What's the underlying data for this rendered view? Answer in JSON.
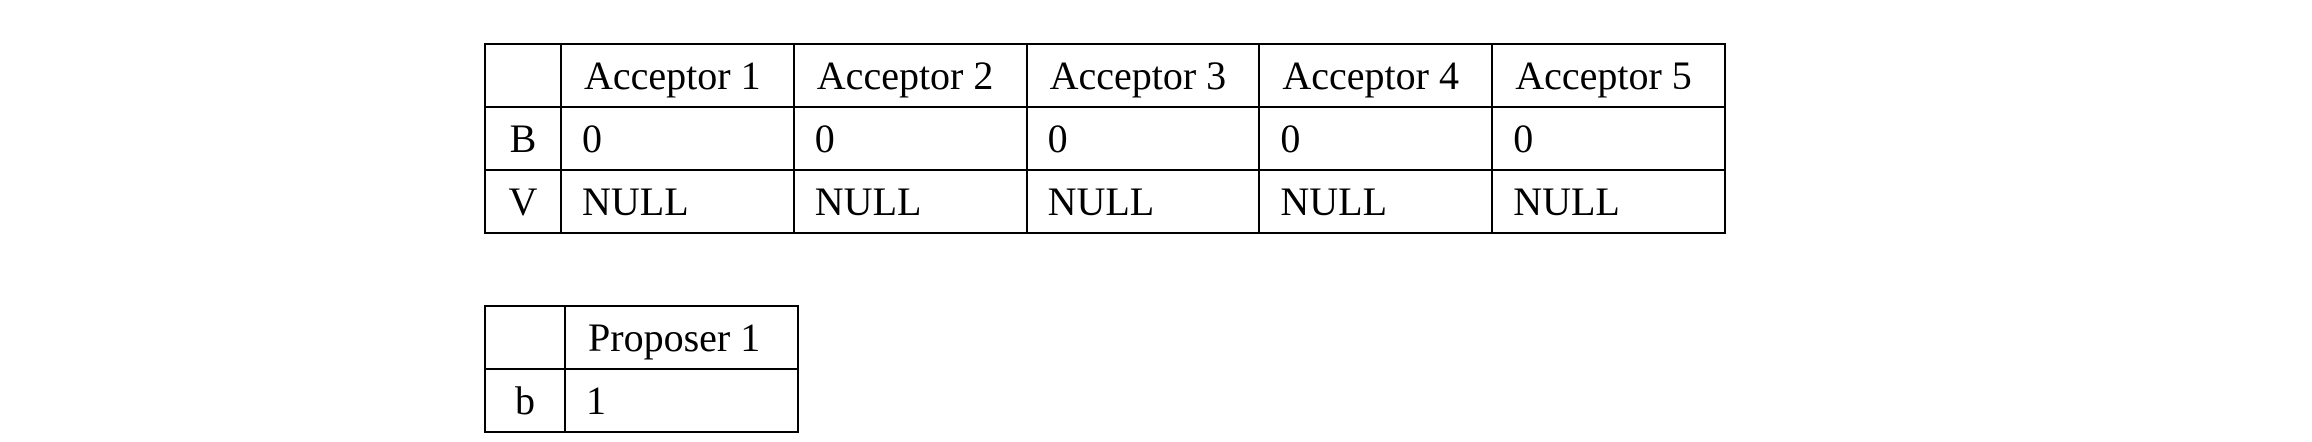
{
  "acceptor_table": {
    "corner": "",
    "columns": [
      "Acceptor 1",
      "Acceptor 2",
      "Acceptor 3",
      "Acceptor 4",
      "Acceptor 5"
    ],
    "rows": [
      {
        "label": "B",
        "cells": [
          "0",
          "0",
          "0",
          "0",
          "0"
        ]
      },
      {
        "label": "V",
        "cells": [
          "NULL",
          "NULL",
          "NULL",
          "NULL",
          "NULL"
        ]
      }
    ]
  },
  "proposer_table": {
    "corner": "",
    "columns": [
      "Proposer 1"
    ],
    "rows": [
      {
        "label": "b",
        "cells": [
          "1"
        ]
      }
    ]
  }
}
